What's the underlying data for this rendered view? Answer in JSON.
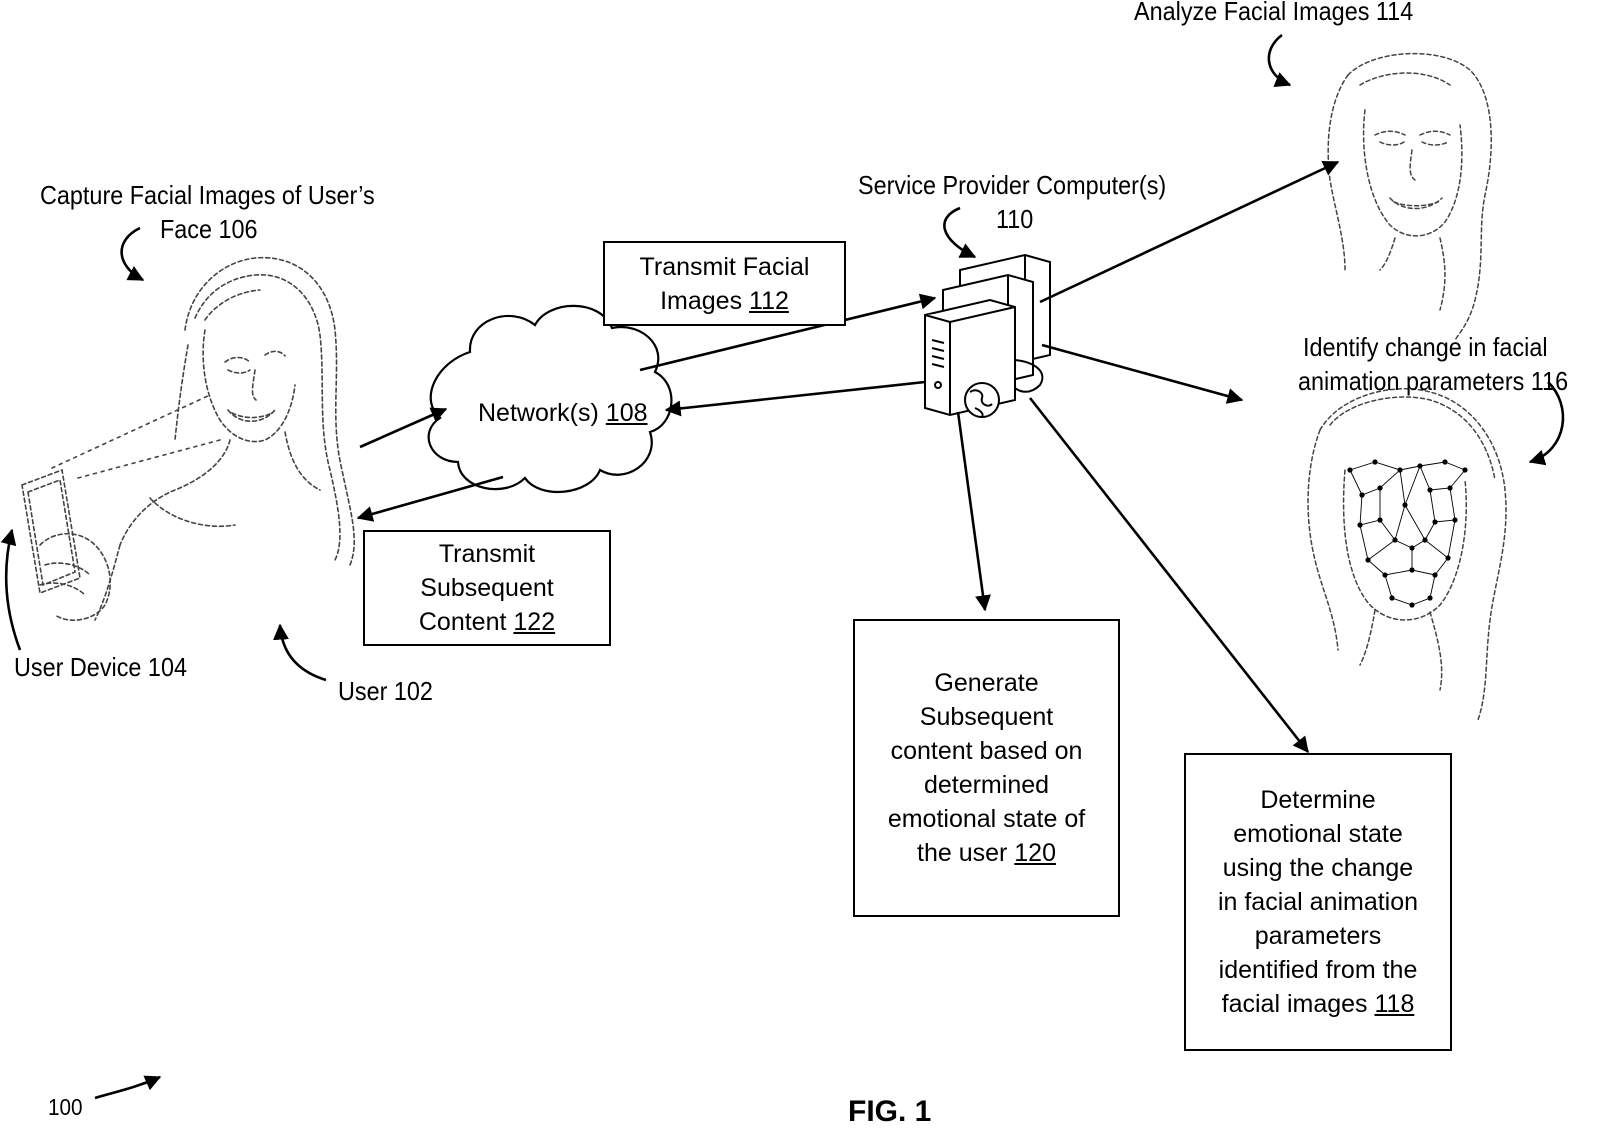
{
  "labels": {
    "capture_line1": "Capture Facial Images of User’s",
    "capture_line2": "Face 106",
    "user_device": "User Device 104",
    "user": "User 102",
    "network_name": "Network(s)",
    "network_ref": "108",
    "service_provider_line1": "Service Provider Computer(s)",
    "service_provider_line2": "110",
    "analyze": "Analyze Facial Images 114",
    "identify_line1": "Identify change in facial",
    "identify_line2": "animation parameters 116",
    "figure_ref": "100",
    "figure_title": "FIG. 1"
  },
  "boxes": {
    "transmit_facial": {
      "line1": "Transmit Facial",
      "line2_text": "Images ",
      "ref": "112"
    },
    "transmit_subsequent": {
      "line1": "Transmit",
      "line2": "Subsequent",
      "line3_text": "Content ",
      "ref": "122"
    },
    "generate": {
      "line1": "Generate",
      "line2": "Subsequent",
      "line3": "content based on",
      "line4": "determined",
      "line5": "emotional state of",
      "line6_text": "the user ",
      "ref": "120"
    },
    "determine": {
      "line1": "Determine",
      "line2": "emotional state",
      "line3": "using the change",
      "line4": "in facial animation",
      "line5": "parameters",
      "line6": "identified from the",
      "line7_text": "facial images ",
      "ref": "118"
    }
  },
  "colors": {
    "stroke": "#000000",
    "background": "#ffffff",
    "sketch": "#444444"
  },
  "icons": [
    "cloud-network-icon",
    "server-stack-icon",
    "globe-icon",
    "smartphone-icon",
    "face-sketch-icon",
    "facial-mesh-icon",
    "curved-arrow-icon"
  ]
}
